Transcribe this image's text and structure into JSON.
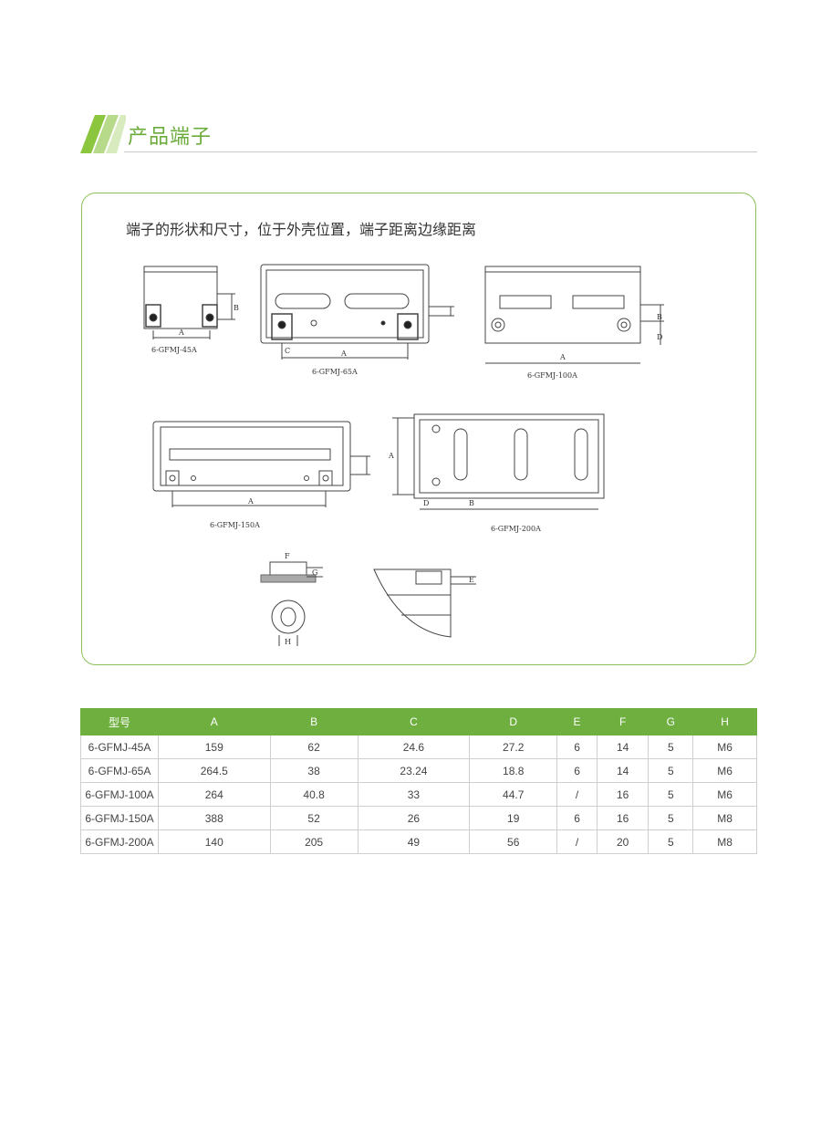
{
  "section": {
    "title": "产品端子"
  },
  "panel": {
    "description": "端子的形状和尺寸，位于外壳位置，端子距离边缘距离",
    "diagram_labels": {
      "models": [
        "6-GFMJ-45A",
        "6-GFMJ-65A",
        "6-GFMJ-100A",
        "6-GFMJ-150A",
        "6-GFMJ-200A"
      ],
      "dims": [
        "A",
        "B",
        "C",
        "D",
        "E",
        "F",
        "G",
        "H"
      ]
    }
  },
  "table": {
    "headers": [
      "型号",
      "A",
      "B",
      "C",
      "D",
      "E",
      "F",
      "G",
      "H"
    ],
    "rows": [
      [
        "6-GFMJ-45A",
        "159",
        "62",
        "24.6",
        "27.2",
        "6",
        "14",
        "5",
        "M6"
      ],
      [
        "6-GFMJ-65A",
        "264.5",
        "38",
        "23.24",
        "18.8",
        "6",
        "14",
        "5",
        "M6"
      ],
      [
        "6-GFMJ-100A",
        "264",
        "40.8",
        "33",
        "44.7",
        "/",
        "16",
        "5",
        "M6"
      ],
      [
        "6-GFMJ-150A",
        "388",
        "52",
        "26",
        "19",
        "6",
        "16",
        "5",
        "M8"
      ],
      [
        "6-GFMJ-200A",
        "140",
        "205",
        "49",
        "56",
        "/",
        "20",
        "5",
        "M8"
      ]
    ]
  },
  "colors": {
    "accent": "#6eaf3f",
    "border": "#8cc15a"
  }
}
